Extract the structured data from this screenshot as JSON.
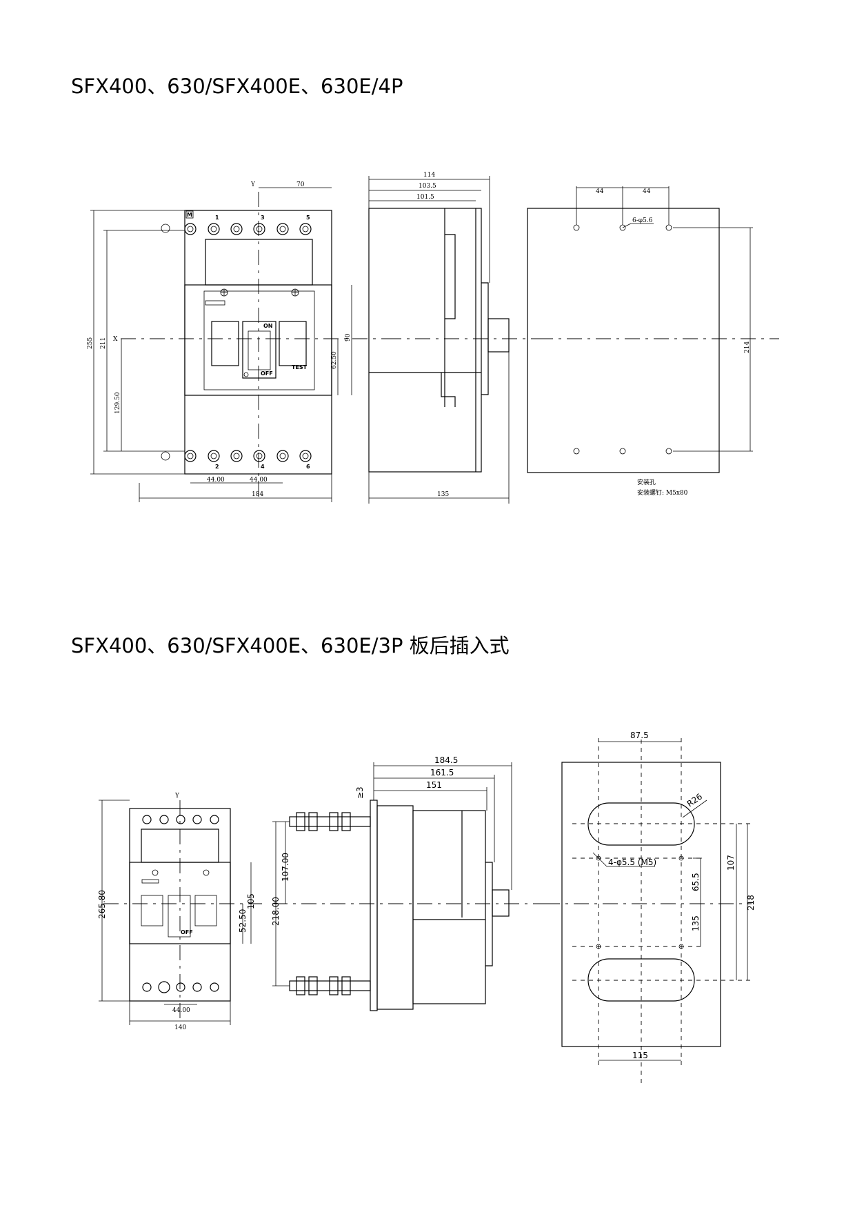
{
  "titles": {
    "top": "SFX400、630/SFX400E、630E/4P",
    "bottom": "SFX400、630/SFX400E、630E/3P 板后插入式"
  },
  "drawing1": {
    "front": {
      "dim_70": "70",
      "dim_255": "255",
      "dim_211": "211",
      "dim_129_50": "129.50",
      "dim_90": "90",
      "dim_62": "62.50",
      "dim_44a": "44.00",
      "dim_44b": "44.00",
      "dim_184": "184",
      "axis_y": "Y",
      "axis_x": "X",
      "terms_top": [
        "1",
        "3",
        "5"
      ],
      "terms_bottom": [
        "2",
        "4",
        "6"
      ],
      "on": "ON",
      "off": "OFF",
      "test": "TEST",
      "m": "M"
    },
    "side": {
      "dim_114": "114",
      "dim_103_5": "103.5",
      "dim_101_5": "101.5",
      "dim_135": "135"
    },
    "mount": {
      "dim_44a": "44",
      "dim_44b": "44",
      "holes": "6-φ5.6",
      "dim_214": "214",
      "note1": "安装孔",
      "note2": "安装螺钉: M5x80"
    }
  },
  "drawing2": {
    "front": {
      "dim_265_80": "265.80",
      "dim_105": "105",
      "dim_52_50": "52.50",
      "dim_44": "44.00",
      "dim_140": "140",
      "axis_y": "Y",
      "off": "OFF"
    },
    "side": {
      "dim_184_5": "184.5",
      "dim_161_5": "161.5",
      "dim_151": "151",
      "dim_ge3": "≥3",
      "dim_107": "107.00",
      "dim_218": "218.00"
    },
    "cutout": {
      "dim_87_5": "87.5",
      "r26": "R26",
      "holes": "4-φ5.5 (M5)",
      "dim_107": "107",
      "dim_65_5": "65.5",
      "dim_135": "135",
      "dim_218": "218",
      "dim_115": "115"
    }
  }
}
